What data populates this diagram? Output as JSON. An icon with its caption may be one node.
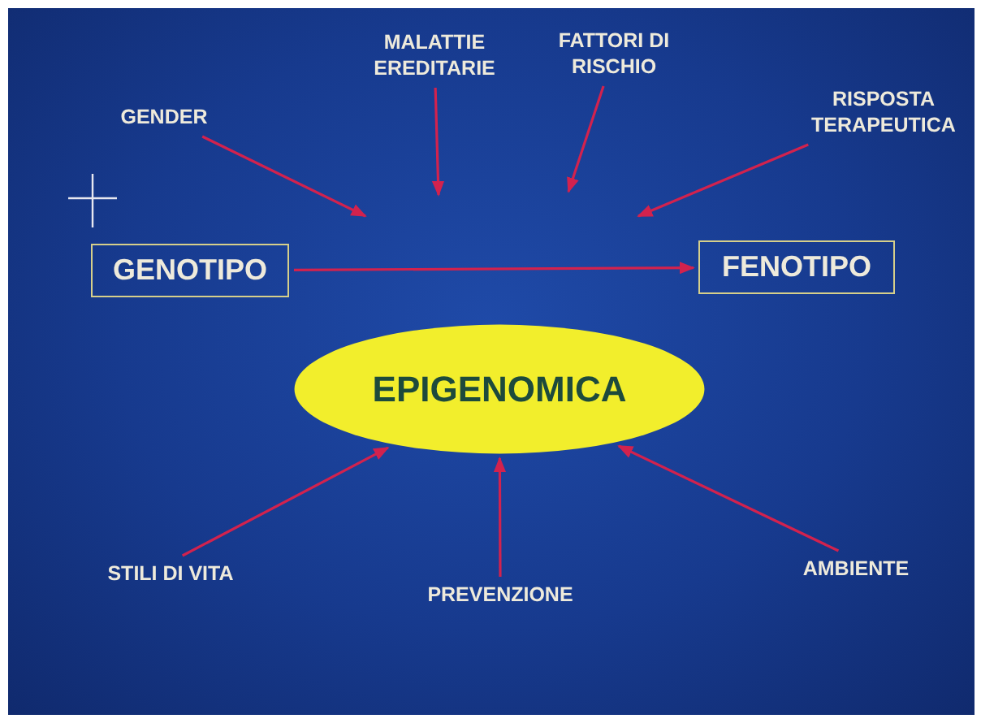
{
  "diagram": {
    "nodes": [
      {
        "text": [
          "GENDER"
        ]
      },
      {
        "text": [
          "MALATTIE EREDITARIE"
        ]
      },
      {
        "text": [
          "FATTORI DI RISCHIO"
        ]
      },
      {
        "text": [
          "RISPOSTA TERAPEUTICA"
        ]
      },
      {
        "text": [
          "GENOTIPO"
        ]
      },
      {
        "text": [
          "FENOTIPO"
        ]
      },
      {
        "text": [
          "EPIGENOMICA"
        ]
      },
      {
        "text": [
          "STILI DI VITA"
        ]
      },
      {
        "text": [
          "PREVENZIONE"
        ]
      },
      {
        "text": [
          "AMBIENTE"
        ]
      }
    ],
    "edges": [
      {
        "from": 0,
        "to": null,
        "arrow": "to"
      },
      {
        "from": 1,
        "to": null,
        "arrow": "to"
      },
      {
        "from": 2,
        "to": null,
        "arrow": "to"
      },
      {
        "from": 3,
        "to": null,
        "arrow": "to"
      },
      {
        "from": 4,
        "to": 5,
        "arrow": "to"
      },
      {
        "from": 7,
        "to": 6,
        "arrow": "to"
      },
      {
        "from": 8,
        "to": 6,
        "arrow": "to"
      },
      {
        "from": 9,
        "to": 6,
        "arrow": "to"
      }
    ]
  }
}
